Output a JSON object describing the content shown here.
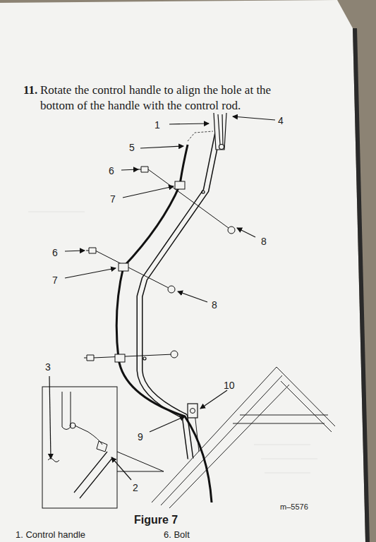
{
  "diagram": {
    "caption": "Figure 7",
    "labels": [
      "11.",
      "Rotate the control handle to align the hole at the bottom of the handle with the control rod.",
      "1",
      "4",
      "5",
      "6",
      "7",
      "8",
      "6",
      "7",
      "8",
      "3",
      "10",
      "9",
      "2",
      "m–5576",
      "1. Control handle",
      "6. Bolt"
    ]
  }
}
